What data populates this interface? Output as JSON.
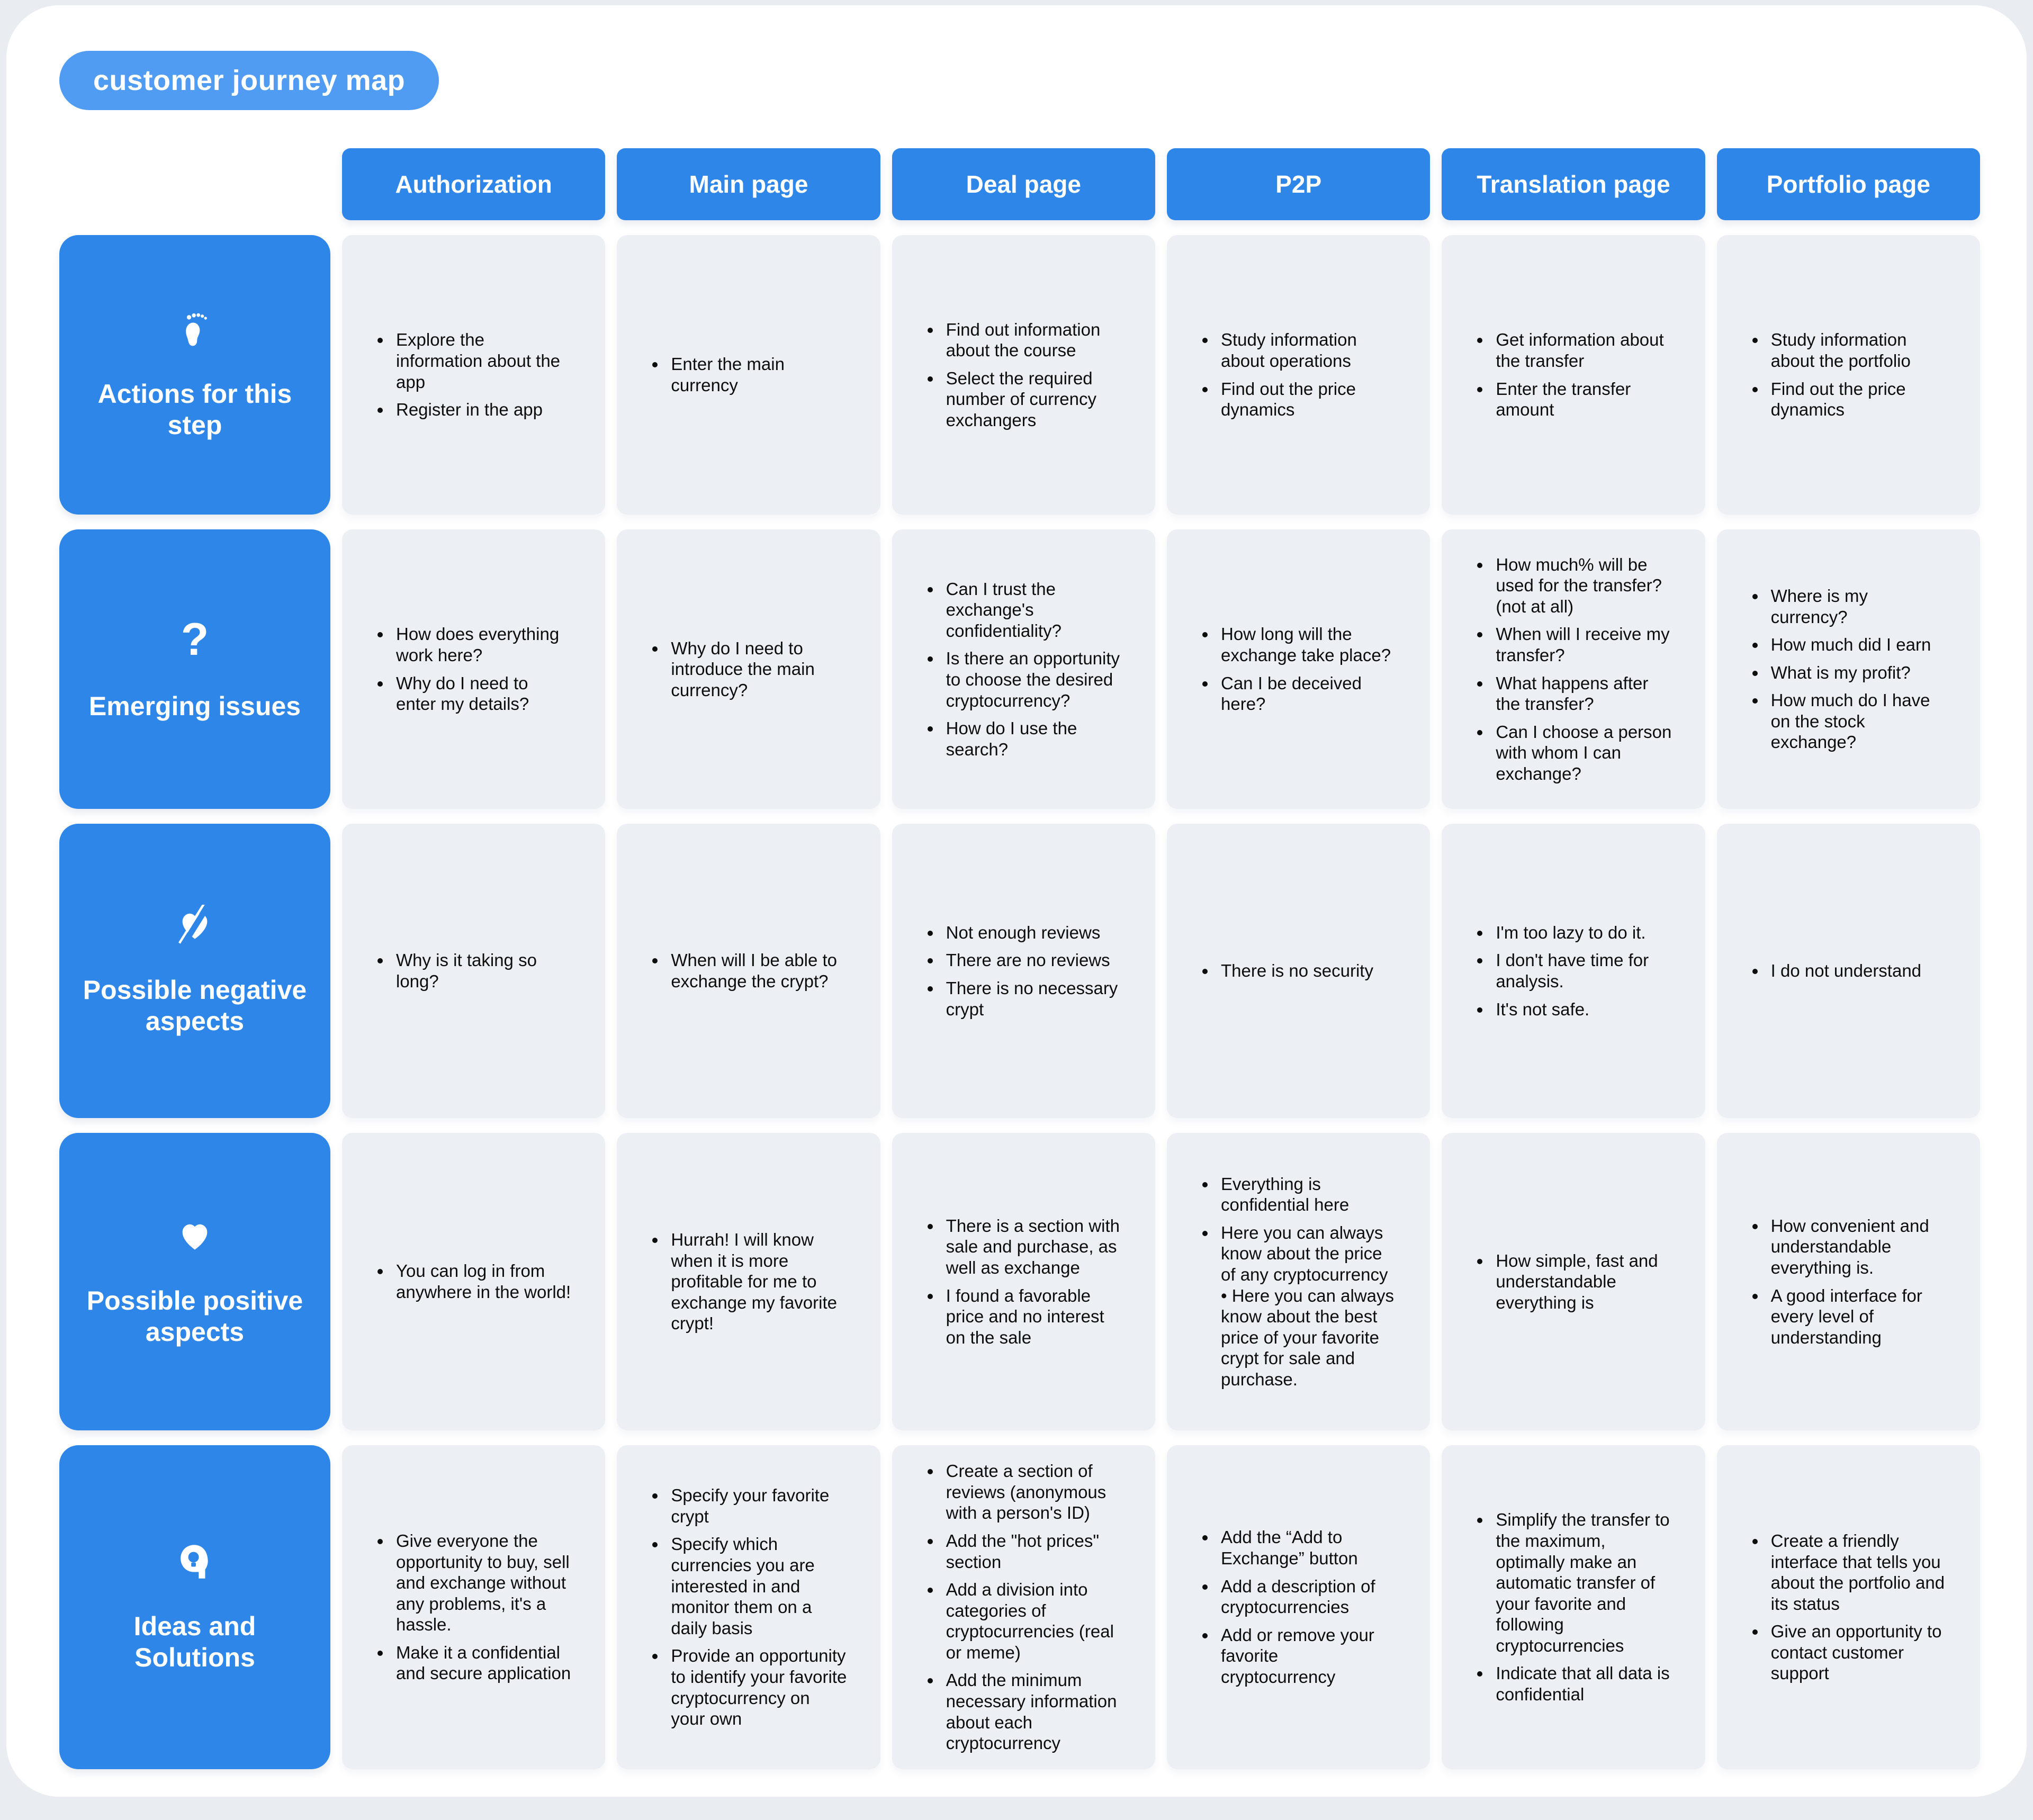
{
  "page": {
    "title": "customer journey map"
  },
  "columns": [
    "Authorization",
    "Main page",
    "Deal page",
    "P2P",
    "Translation page",
    "Portfolio page"
  ],
  "colors": {
    "accent_blue": "#2e86e9",
    "title_pill_blue": "#4f9cf2",
    "cell_background": "#eceff3",
    "page_background": "#e9ecf0",
    "text": "#0d0d0d"
  },
  "rows": [
    {
      "label": "Actions for this step",
      "icon": "footprint-icon",
      "cells": [
        [
          "Explore the information about the app",
          "Register in the app"
        ],
        [
          "Enter the main currency"
        ],
        [
          "Find out information about the course",
          "Select the required number of currency exchangers"
        ],
        [
          "Study information about operations",
          "Find out the price dynamics"
        ],
        [
          "Get information about the transfer",
          "Enter the transfer amount"
        ],
        [
          "Study information about the portfolio",
          "Find out the price dynamics"
        ]
      ]
    },
    {
      "label": "Emerging issues",
      "icon": "question-mark-icon",
      "cells": [
        [
          "How does everything work here?",
          "Why do I need to enter my details?"
        ],
        [
          "Why do I need to introduce the main currency?"
        ],
        [
          "Can I trust the exchange's confidentiality?",
          "Is there an opportunity to choose the desired cryptocurrency?",
          "How do I use the search?"
        ],
        [
          "How long will the exchange take place?",
          "Can I be deceived here?"
        ],
        [
          "How much% will be used for the transfer? (not at all)",
          "When will I receive my transfer?",
          "What happens after the transfer?",
          "Can I choose a person with whom I can exchange?"
        ],
        [
          "Where is my currency?",
          "How much did I earn",
          "What is my profit?",
          "How much do I have on the stock exchange?"
        ]
      ]
    },
    {
      "label": "Possible negative aspects",
      "icon": "heart-slash-icon",
      "cells": [
        [
          "Why is it taking so long?"
        ],
        [
          "When will I be able to exchange the crypt?"
        ],
        [
          "Not enough reviews",
          "There are no reviews",
          "There is no necessary crypt"
        ],
        [
          "There is no security"
        ],
        [
          "I'm too lazy to do it.",
          "I don't have time for analysis.",
          "It's not safe."
        ],
        [
          "I do not understand"
        ]
      ]
    },
    {
      "label": "Possible positive aspects",
      "icon": "heart-icon",
      "cells": [
        [
          "You can log in from anywhere in the world!"
        ],
        [
          "Hurrah! I will know when it is more profitable for me to exchange my favorite crypt!"
        ],
        [
          "There is a section with sale and purchase, as well as exchange",
          "I found a favorable price and no interest on the sale"
        ],
        [
          "Everything is confidential here",
          "Here you can always know about the price of any cryptocurrency • Here you can always know about the best price of your favorite crypt for sale and purchase."
        ],
        [
          "How simple, fast and understandable everything is"
        ],
        [
          "How convenient and understandable everything is.",
          "A good interface for every level of understanding"
        ]
      ]
    },
    {
      "label": "Ideas and Solutions",
      "icon": "idea-head-icon",
      "cells": [
        [
          "Give everyone the opportunity to buy, sell and exchange without any problems, it's a hassle.",
          "Make it a confidential and secure application"
        ],
        [
          "Specify your favorite crypt",
          "Specify which currencies you are interested in and monitor them on a daily basis",
          "Provide an opportunity to identify your favorite cryptocurrency on your own"
        ],
        [
          "Create a section of reviews (anonymous with a person's ID)",
          "Add the \"hot prices\" section",
          "Add a division into categories of cryptocurrencies (real or meme)",
          "Add the minimum necessary information about each cryptocurrency"
        ],
        [
          "Add the “Add to Exchange” button",
          "Add a description of cryptocurrencies",
          "Add or remove your favorite cryptocurrency"
        ],
        [
          "Simplify the transfer to the maximum, optimally make an automatic transfer of your favorite and following cryptocurrencies",
          "Indicate that all data is confidential"
        ],
        [
          "Create a friendly interface that tells you about the portfolio and its status",
          "Give an opportunity to contact customer support"
        ]
      ]
    }
  ]
}
